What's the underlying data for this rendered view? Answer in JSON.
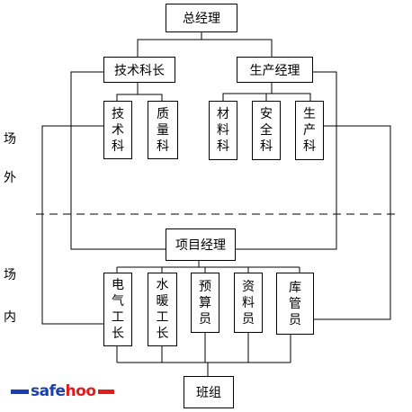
{
  "nodes": {
    "general_manager": "总经理",
    "tech_chief": "技术科长",
    "production_manager": "生产经理",
    "tech_dept": "技术科",
    "quality_dept": "质量科",
    "material_dept": "材料科",
    "safety_dept": "安全科",
    "production_dept": "生产科",
    "project_manager": "项目经理",
    "electrical_foreman": "电气工长",
    "plumbing_foreman": "水暖工长",
    "budget_clerk": "预算员",
    "document_clerk": "资料员",
    "storekeeper": "库管员",
    "team": "班组"
  },
  "side_labels": {
    "offsite_1": "场",
    "offsite_2": "外",
    "onsite_1": "场",
    "onsite_2": "内"
  },
  "logo": {
    "main": "safe",
    "accent": "hoo"
  },
  "colors": {
    "logo_blue": "#1a3fb0",
    "logo_red": "#e31b1b"
  }
}
